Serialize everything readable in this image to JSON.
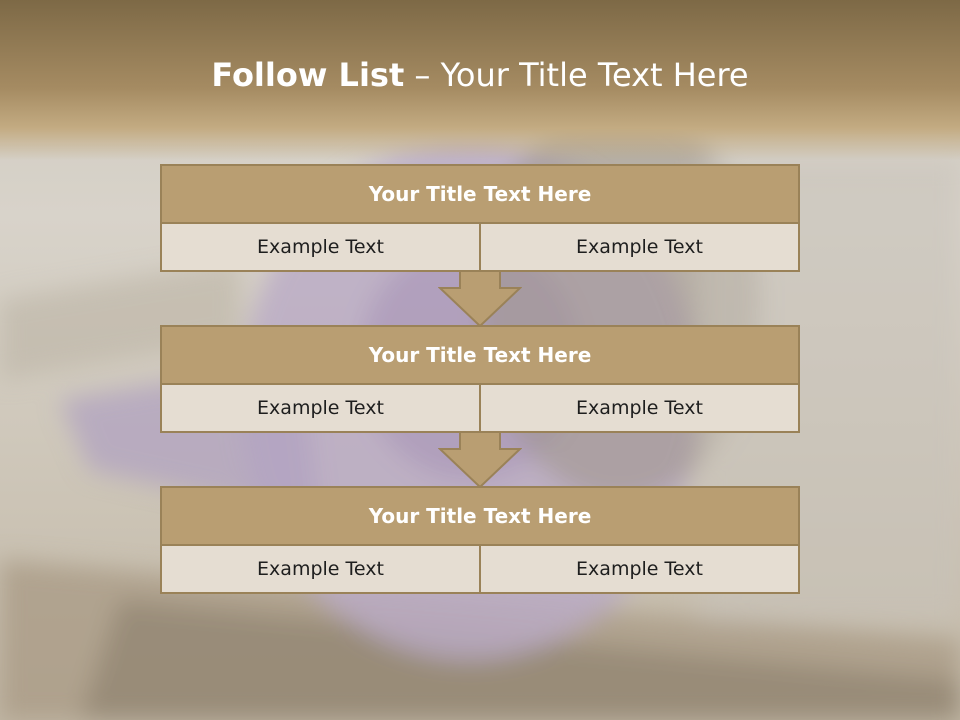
{
  "slide": {
    "title_bold": "Follow List",
    "title_rest": " – Your Title Text Here"
  },
  "steps": [
    {
      "title": "Your Title Text Here",
      "left": "Example Text",
      "right": "Example Text"
    },
    {
      "title": "Your Title Text Here",
      "left": "Example Text",
      "right": "Example Text"
    },
    {
      "title": "Your Title Text Here",
      "left": "Example Text",
      "right": "Example Text"
    }
  ],
  "colors": {
    "header_fill": "#b99e72",
    "border": "#9a8258",
    "cell_fill": "#e5ddd2",
    "arrow_fill": "#b99e72"
  }
}
